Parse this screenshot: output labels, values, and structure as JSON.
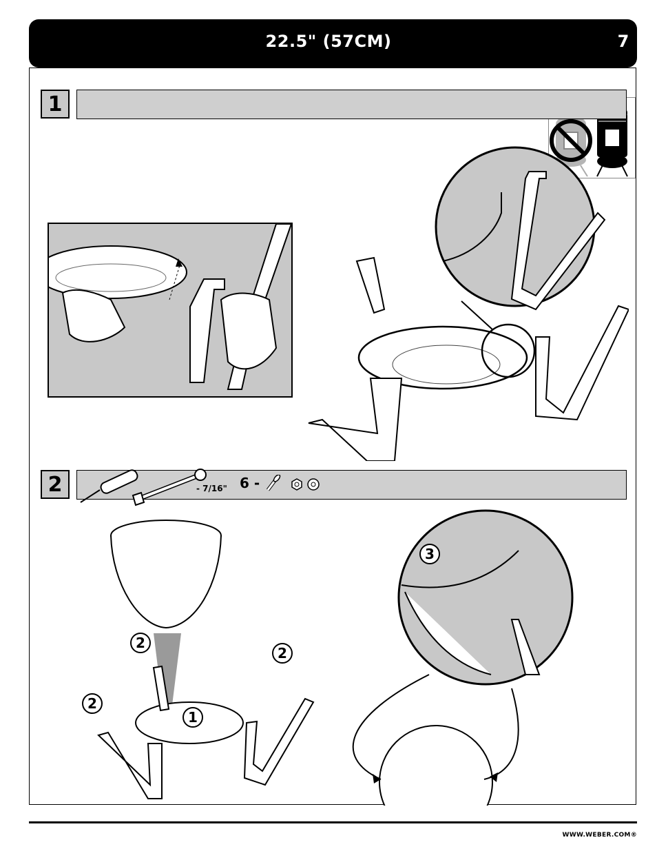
{
  "header": {
    "title": "22.5\" (57CM)",
    "page_number": "7"
  },
  "steps": [
    {
      "number": "1"
    },
    {
      "number": "2",
      "wrench_size": "- 7/16\"",
      "hardware_quantity": "6 -"
    }
  ],
  "callouts": {
    "lower_bowl": "1",
    "legs_left": "2",
    "legs_upper": "2",
    "legs_right": "2",
    "detail": "3"
  },
  "icons": [
    "no-smokey-mountain-icon",
    "smokey-mountain-icon",
    "screwdriver-icon",
    "wrench-icon",
    "bolt-icon",
    "nut-icon",
    "washer-icon"
  ],
  "footer": {
    "url": "WWW.WEBER.COM®"
  }
}
